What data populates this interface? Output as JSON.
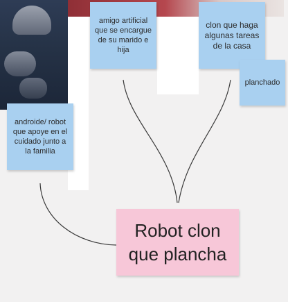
{
  "diagram": {
    "central_node": "Robot clon que plancha",
    "notes": [
      {
        "id": "amigo",
        "text": "amigo artificial que se encargue de su marido e hija"
      },
      {
        "id": "clon",
        "text": "clon que haga algunas tareas de la casa"
      },
      {
        "id": "planchado",
        "text": "planchado"
      },
      {
        "id": "androide",
        "text": "androide/ robot que apoye en el cuidado junto a la familia"
      }
    ],
    "colors": {
      "note_blue": "#a9d0f0",
      "note_pink": "#f7c7d8",
      "connector": "#3a3a3a",
      "board": "#f2f1f1"
    }
  }
}
